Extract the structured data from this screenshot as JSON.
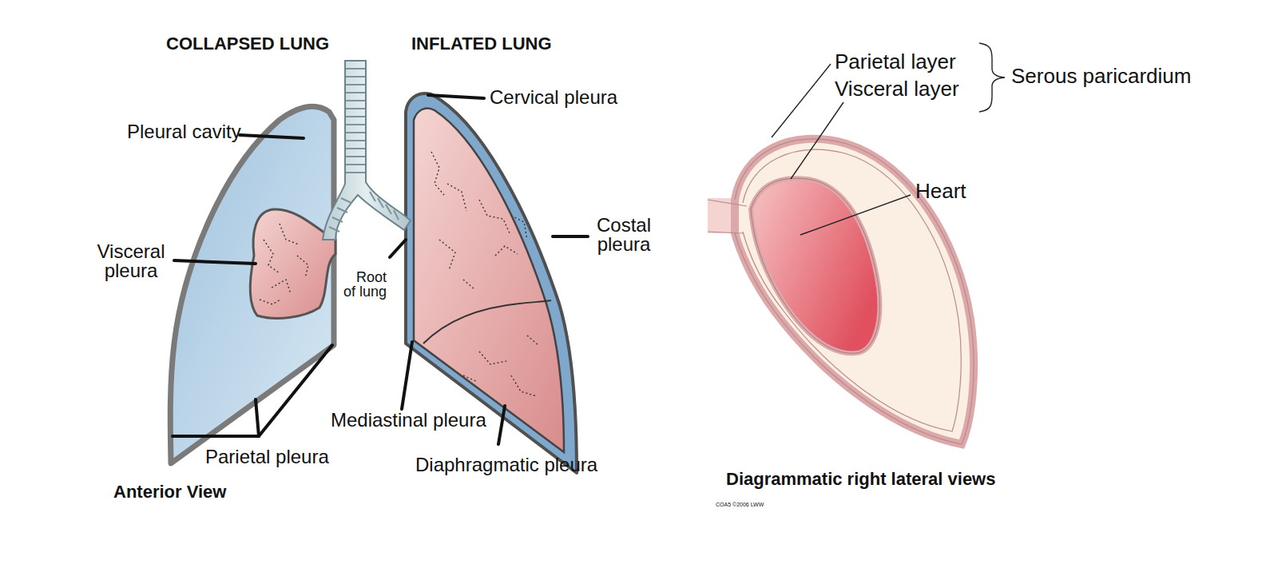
{
  "diagram": {
    "labels": [
      "COLLAPSED LUNG",
      "INFLATED LUNG",
      "Cervical pleura",
      "Pleural cavity",
      "Visceral pleura",
      "Root of lung",
      "Costal pleura",
      "Mediastinal pleura",
      "Diaphragmatic pleura",
      "Parietal pleura",
      "Anterior View",
      "Parietal layer",
      "Visceral layer",
      "Serous paricardium",
      "Heart",
      "Diagrammatic right lateral views",
      "COA5 ©2006 LWW"
    ]
  }
}
